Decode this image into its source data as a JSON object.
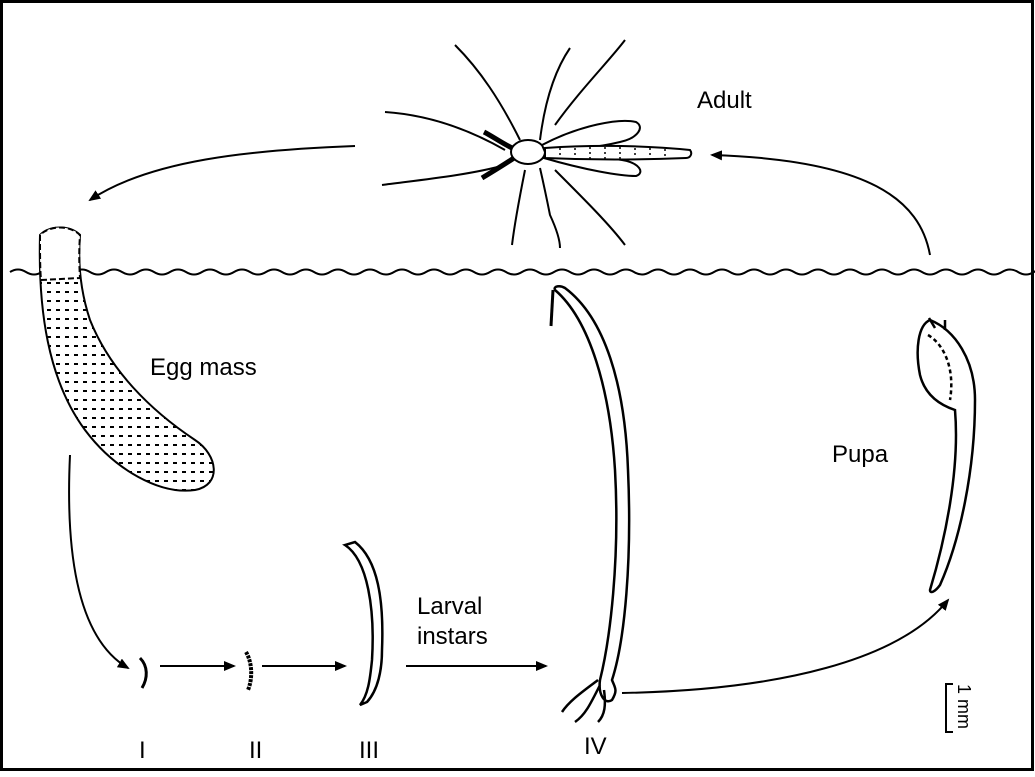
{
  "labels": {
    "adult": "Adult",
    "egg_mass": "Egg mass",
    "pupa": "Pupa",
    "larval_line1": "Larval",
    "larval_line2": "instars"
  },
  "instars": [
    "I",
    "II",
    "III",
    "IV"
  ],
  "scale_bar": "1 mm",
  "colors": {
    "ink": "#000000",
    "background": "#ffffff"
  }
}
